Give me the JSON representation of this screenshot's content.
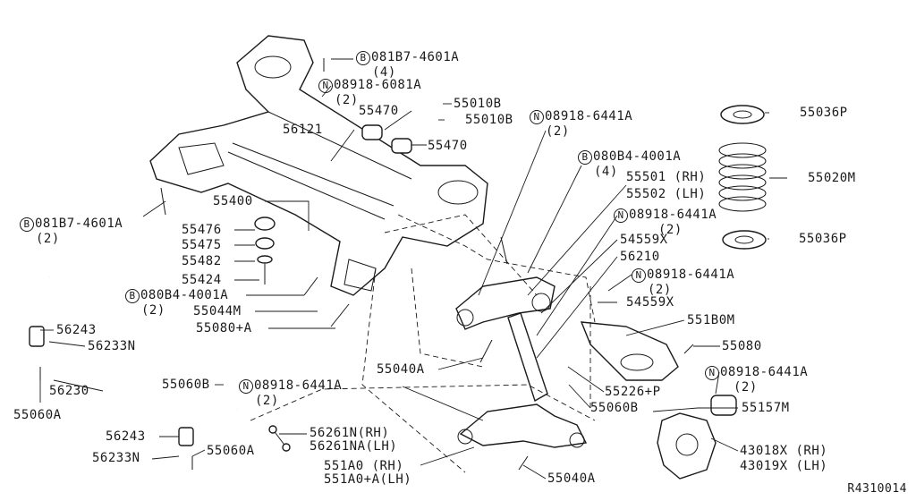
{
  "diagram": {
    "reference": "R4310014",
    "callouts": [
      {
        "id": "c1",
        "prefix": "B",
        "text": "081B7-4601A",
        "sub": "(4)"
      },
      {
        "id": "c2",
        "prefix": "N",
        "text": "08918-6081A",
        "sub": "(2)"
      },
      {
        "id": "c3",
        "text": "55010B"
      },
      {
        "id": "c4",
        "text": "55470"
      },
      {
        "id": "c5",
        "text": "55010B"
      },
      {
        "id": "c6",
        "prefix": "N",
        "text": "08918-6441A",
        "sub": "(2)"
      },
      {
        "id": "c7",
        "text": "55036P"
      },
      {
        "id": "c8",
        "text": "55470"
      },
      {
        "id": "c9",
        "text": "56121"
      },
      {
        "id": "c10",
        "prefix": "B",
        "text": "080B4-4001A",
        "sub": "(4)"
      },
      {
        "id": "c11",
        "text": "55020M"
      },
      {
        "id": "c12",
        "text": "55501 (RH)"
      },
      {
        "id": "c13",
        "text": "55502 (LH)"
      },
      {
        "id": "c14",
        "text": "55400"
      },
      {
        "id": "c15",
        "prefix": "N",
        "text": "08918-6441A",
        "sub": "(2)"
      },
      {
        "id": "c16",
        "prefix": "B",
        "text": "081B7-4601A",
        "sub": "(2)"
      },
      {
        "id": "c17",
        "text": "55476"
      },
      {
        "id": "c18",
        "text": "55036P"
      },
      {
        "id": "c19",
        "text": "54559X"
      },
      {
        "id": "c20",
        "text": "55475"
      },
      {
        "id": "c21",
        "text": "55482"
      },
      {
        "id": "c22",
        "text": "56210"
      },
      {
        "id": "c23",
        "text": "55424"
      },
      {
        "id": "c24",
        "prefix": "N",
        "text": "08918-6441A",
        "sub": "(2)"
      },
      {
        "id": "c25",
        "prefix": "B",
        "text": "080B4-4001A",
        "sub": "(2)"
      },
      {
        "id": "c26",
        "text": "54559X"
      },
      {
        "id": "c27",
        "text": "55044M"
      },
      {
        "id": "c28",
        "text": "551B0M"
      },
      {
        "id": "c29",
        "text": "56243"
      },
      {
        "id": "c30",
        "text": "55080+A"
      },
      {
        "id": "c31",
        "text": "56233N"
      },
      {
        "id": "c32",
        "text": "55080"
      },
      {
        "id": "c33",
        "text": "55040A"
      },
      {
        "id": "c34",
        "text": "55060B"
      },
      {
        "id": "c35",
        "prefix": "N",
        "text": "08918-6441A",
        "sub": "(2)"
      },
      {
        "id": "c36",
        "prefix": "N",
        "text": "08918-6441A",
        "sub": "(2)"
      },
      {
        "id": "c37",
        "text": "56230"
      },
      {
        "id": "c38",
        "text": "55226+P"
      },
      {
        "id": "c39",
        "text": "55060B"
      },
      {
        "id": "c40",
        "text": "55157M"
      },
      {
        "id": "c41",
        "text": "55060A"
      },
      {
        "id": "c42",
        "text": "56243"
      },
      {
        "id": "c43",
        "text": "56261N(RH)"
      },
      {
        "id": "c44",
        "text": "56261NA(LH)"
      },
      {
        "id": "c45",
        "text": "43018X (RH)"
      },
      {
        "id": "c46",
        "text": "43019X (LH)"
      },
      {
        "id": "c47",
        "text": "56233N"
      },
      {
        "id": "c48",
        "text": "55060A"
      },
      {
        "id": "c49",
        "text": "551A0 (RH)"
      },
      {
        "id": "c50",
        "text": "551A0+A(LH)"
      },
      {
        "id": "c51",
        "text": "55040A"
      }
    ]
  }
}
